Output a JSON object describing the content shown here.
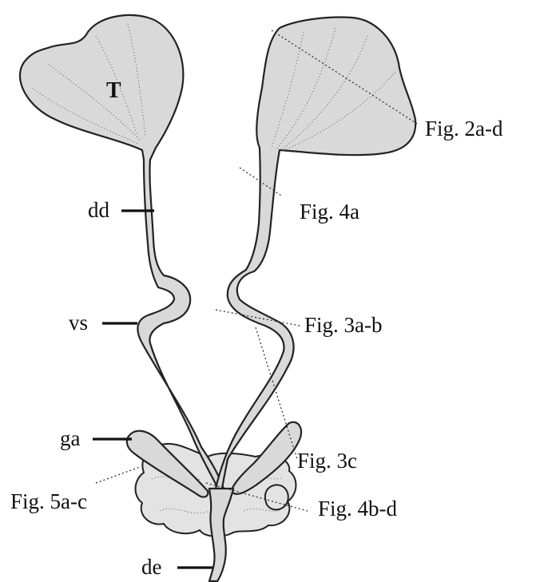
{
  "labels": {
    "testis": "T",
    "duct_dd": "dd",
    "duct_vs": "vs",
    "gland_ga": "ga",
    "duct_de": "de"
  },
  "figure_refs": {
    "fig_2": "Fig. 2a-d",
    "fig_4a": "Fig. 4a",
    "fig_3ab": "Fig. 3a-b",
    "fig_3c": "Fig. 3c",
    "fig_5": "Fig. 5a-c",
    "fig_4bd": "Fig. 4b-d"
  }
}
